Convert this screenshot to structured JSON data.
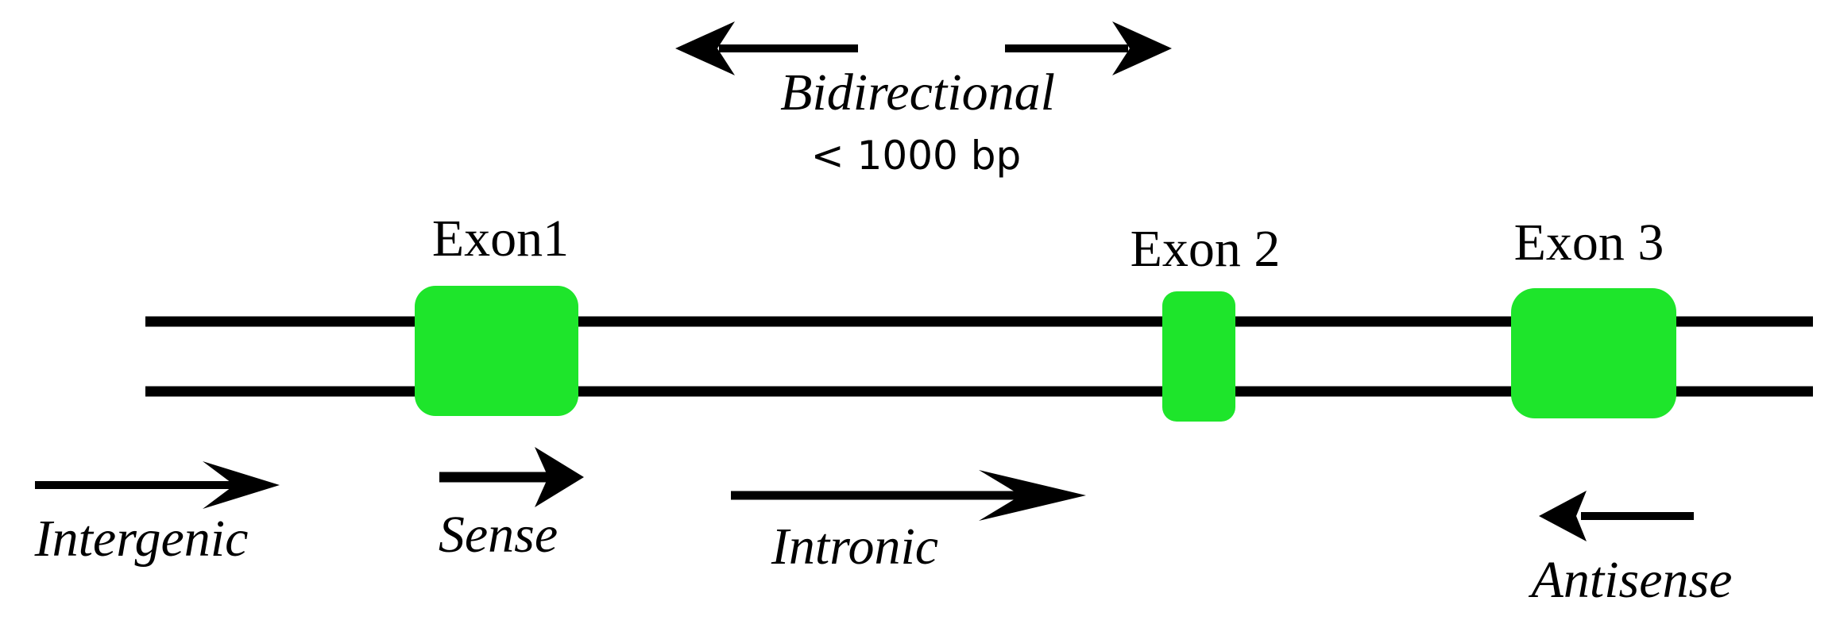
{
  "exons": [
    {
      "label": "Exon1"
    },
    {
      "label": "Exon 2"
    },
    {
      "label": "Exon 3"
    }
  ],
  "transcript_types": {
    "bidirectional": "Bidirectional",
    "bidirectional_note": "< 1000 bp",
    "intergenic": "Intergenic",
    "sense": "Sense",
    "intronic": "Intronic",
    "antisense": "Antisense"
  },
  "colors": {
    "exon": "#1ee52b",
    "strand": "#000000",
    "arrow": "#000000"
  }
}
